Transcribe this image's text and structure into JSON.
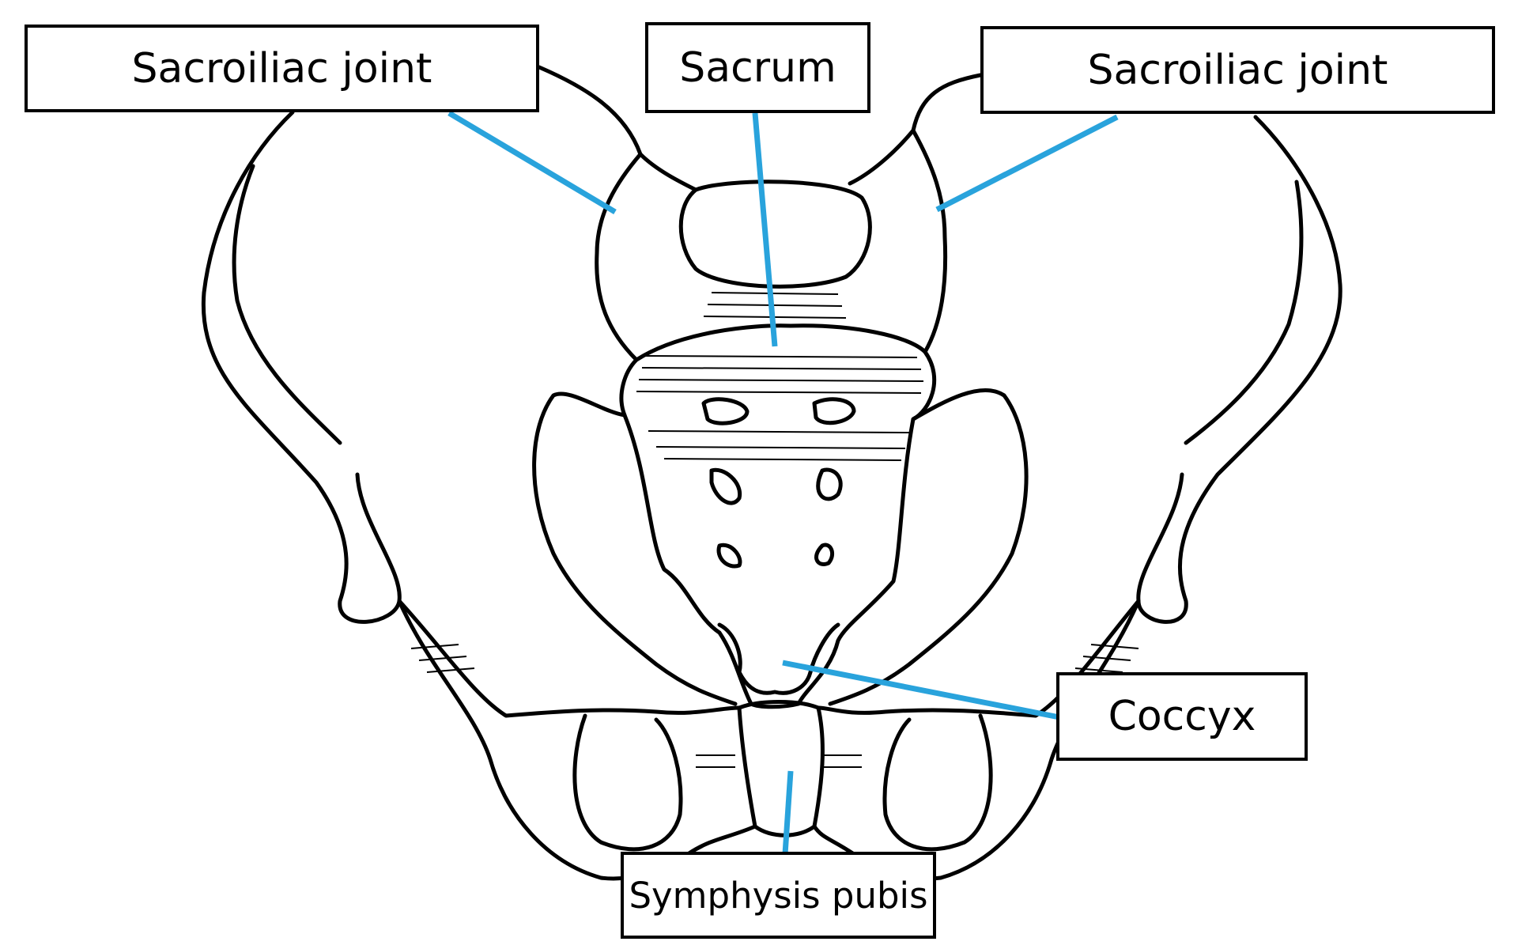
{
  "labels": {
    "sacroiliac_left": "Sacroiliac joint",
    "sacrum": "Sacrum",
    "sacroiliac_right": "Sacroiliac joint",
    "coccyx": "Coccyx",
    "symphysis": "Symphysis pubis"
  },
  "colors": {
    "leader": "#29a3dc",
    "outline": "#000000",
    "background": "#ffffff"
  }
}
